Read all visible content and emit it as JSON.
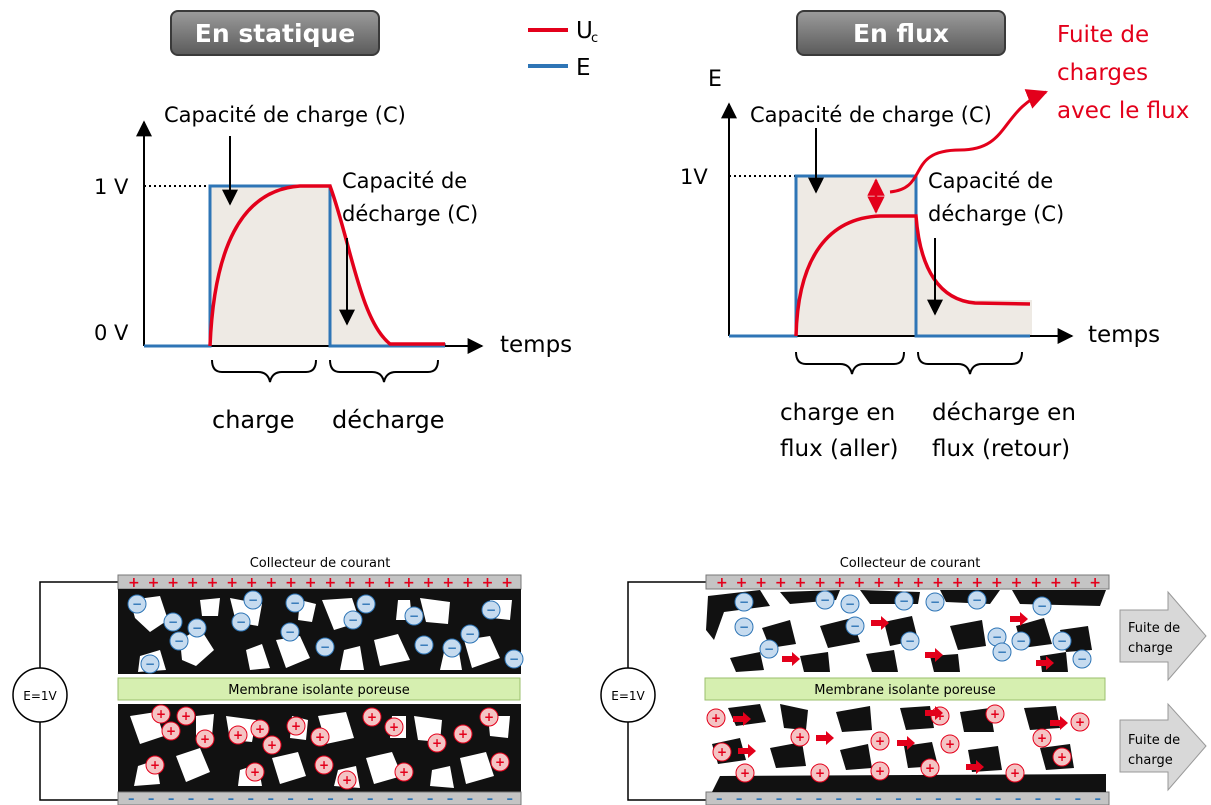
{
  "legend": {
    "uc_main": "U",
    "uc_sub": "c",
    "e_label": "E",
    "uc_color": "#e3001b",
    "e_color": "#2e75b6"
  },
  "left_panel": {
    "title": "En statique",
    "arrow_label_charge": "Capacité de charge (C)",
    "arrow_label_decharge_line1": "Capacité de",
    "arrow_label_decharge_line2": "décharge  (C)",
    "y_top": "1 V",
    "y_bottom": "0 V",
    "x_label": "temps",
    "brace_charge": "charge",
    "brace_decharge": "décharge"
  },
  "right_panel": {
    "title": "En flux",
    "y_axis_label": "E",
    "arrow_label_charge": "Capacité de charge (C)",
    "arrow_label_decharge_line1": "Capacité de",
    "arrow_label_decharge_line2": "décharge  (C)",
    "y_top": "1V",
    "x_label": "temps",
    "leak_line1": "Fuite de",
    "leak_line2": "charges",
    "leak_line3": "avec le flux",
    "brace_charge_line1": "charge en",
    "brace_charge_line2": "flux (aller)",
    "brace_decharge_line1": "décharge en",
    "brace_decharge_line2": "flux (retour)"
  },
  "cell_left": {
    "collector": "Collecteur de courant",
    "membrane": "Membrane isolante poreuse",
    "source": "E=1V"
  },
  "cell_right": {
    "collector": "Collecteur de courant",
    "membrane": "Membrane isolante poreuse",
    "source": "E=1V",
    "leak_top_line1": "Fuite de",
    "leak_top_line2": "charge",
    "leak_bottom_line1": "Fuite de",
    "leak_bottom_line2": "charge"
  }
}
